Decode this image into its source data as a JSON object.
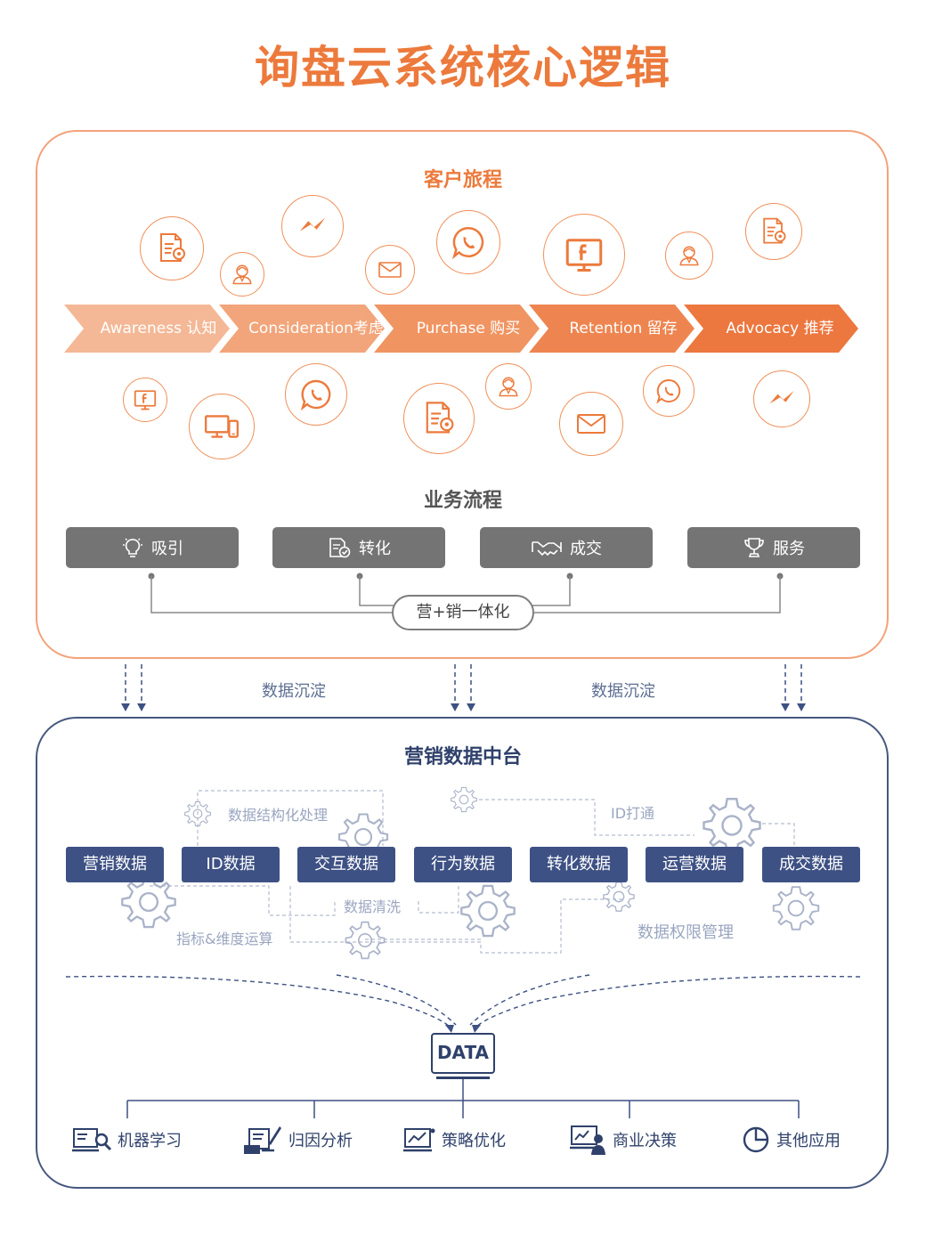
{
  "title": "询盘云系统核心逻辑",
  "journey": {
    "title": "客户旅程",
    "stages": [
      "Awareness 认知",
      "Consideration考虑",
      "Purchase 购买",
      "Retention 留存",
      "Advocacy 推荐"
    ],
    "colors": [
      "#f4b896",
      "#f2a57a",
      "#f09462",
      "#ee8550",
      "#ec773f"
    ]
  },
  "business": {
    "title": "业务流程",
    "steps": [
      {
        "label": "吸引",
        "icon": "lightbulb-icon"
      },
      {
        "label": "转化",
        "icon": "document-check-icon"
      },
      {
        "label": "成交",
        "icon": "handshake-icon"
      },
      {
        "label": "服务",
        "icon": "trophy-icon"
      }
    ],
    "integration": "营+销一体化"
  },
  "sediment_label": "数据沉淀",
  "platform": {
    "title": "营销数据中台",
    "data_types": [
      "营销数据",
      "ID数据",
      "交互数据",
      "行为数据",
      "转化数据",
      "运营数据",
      "成交数据"
    ],
    "processes": {
      "structuring": "数据结构化处理",
      "id_linking": "ID打通",
      "cleaning": "数据清洗",
      "metrics": "指标&维度运算",
      "permissions": "数据权限管理"
    },
    "hub": "DATA",
    "applications": [
      {
        "label": "机器学习",
        "icon": "machine-learning-icon"
      },
      {
        "label": "归因分析",
        "icon": "attribution-analysis-icon"
      },
      {
        "label": "策略优化",
        "icon": "strategy-chart-icon"
      },
      {
        "label": "商业决策",
        "icon": "business-decision-icon"
      },
      {
        "label": "其他应用",
        "icon": "pie-chart-icon"
      }
    ]
  },
  "colors": {
    "orange": "#ec7a3c",
    "navy": "#2f416b",
    "gray_button": "#747474"
  }
}
